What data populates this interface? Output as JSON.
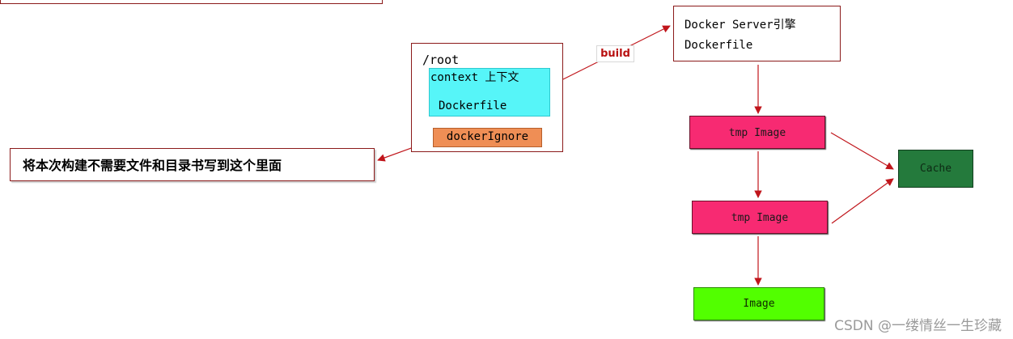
{
  "root": {
    "label": "/root",
    "context_label": "context 上下文",
    "dockerfile_label": "Dockerfile",
    "ignore_label": "dockerIgnore"
  },
  "build_label": "build",
  "server": {
    "title": "Docker Server引擎",
    "subtitle": "Dockerfile"
  },
  "note": "将本次构建不需要文件和目录书写到这个里面",
  "tmp_image_1": "tmp Image",
  "tmp_image_2": "tmp Image",
  "cache_label": "Cache",
  "image_label": "Image",
  "watermark": "CSDN @一缕情丝一生珍藏",
  "colors": {
    "arrow": "#c0151b",
    "context_fill": "#56f5f8",
    "ignore_fill": "#ef8e55",
    "tmp_fill": "#f72a72",
    "cache_fill": "#247a3c",
    "image_fill": "#52ff00"
  }
}
